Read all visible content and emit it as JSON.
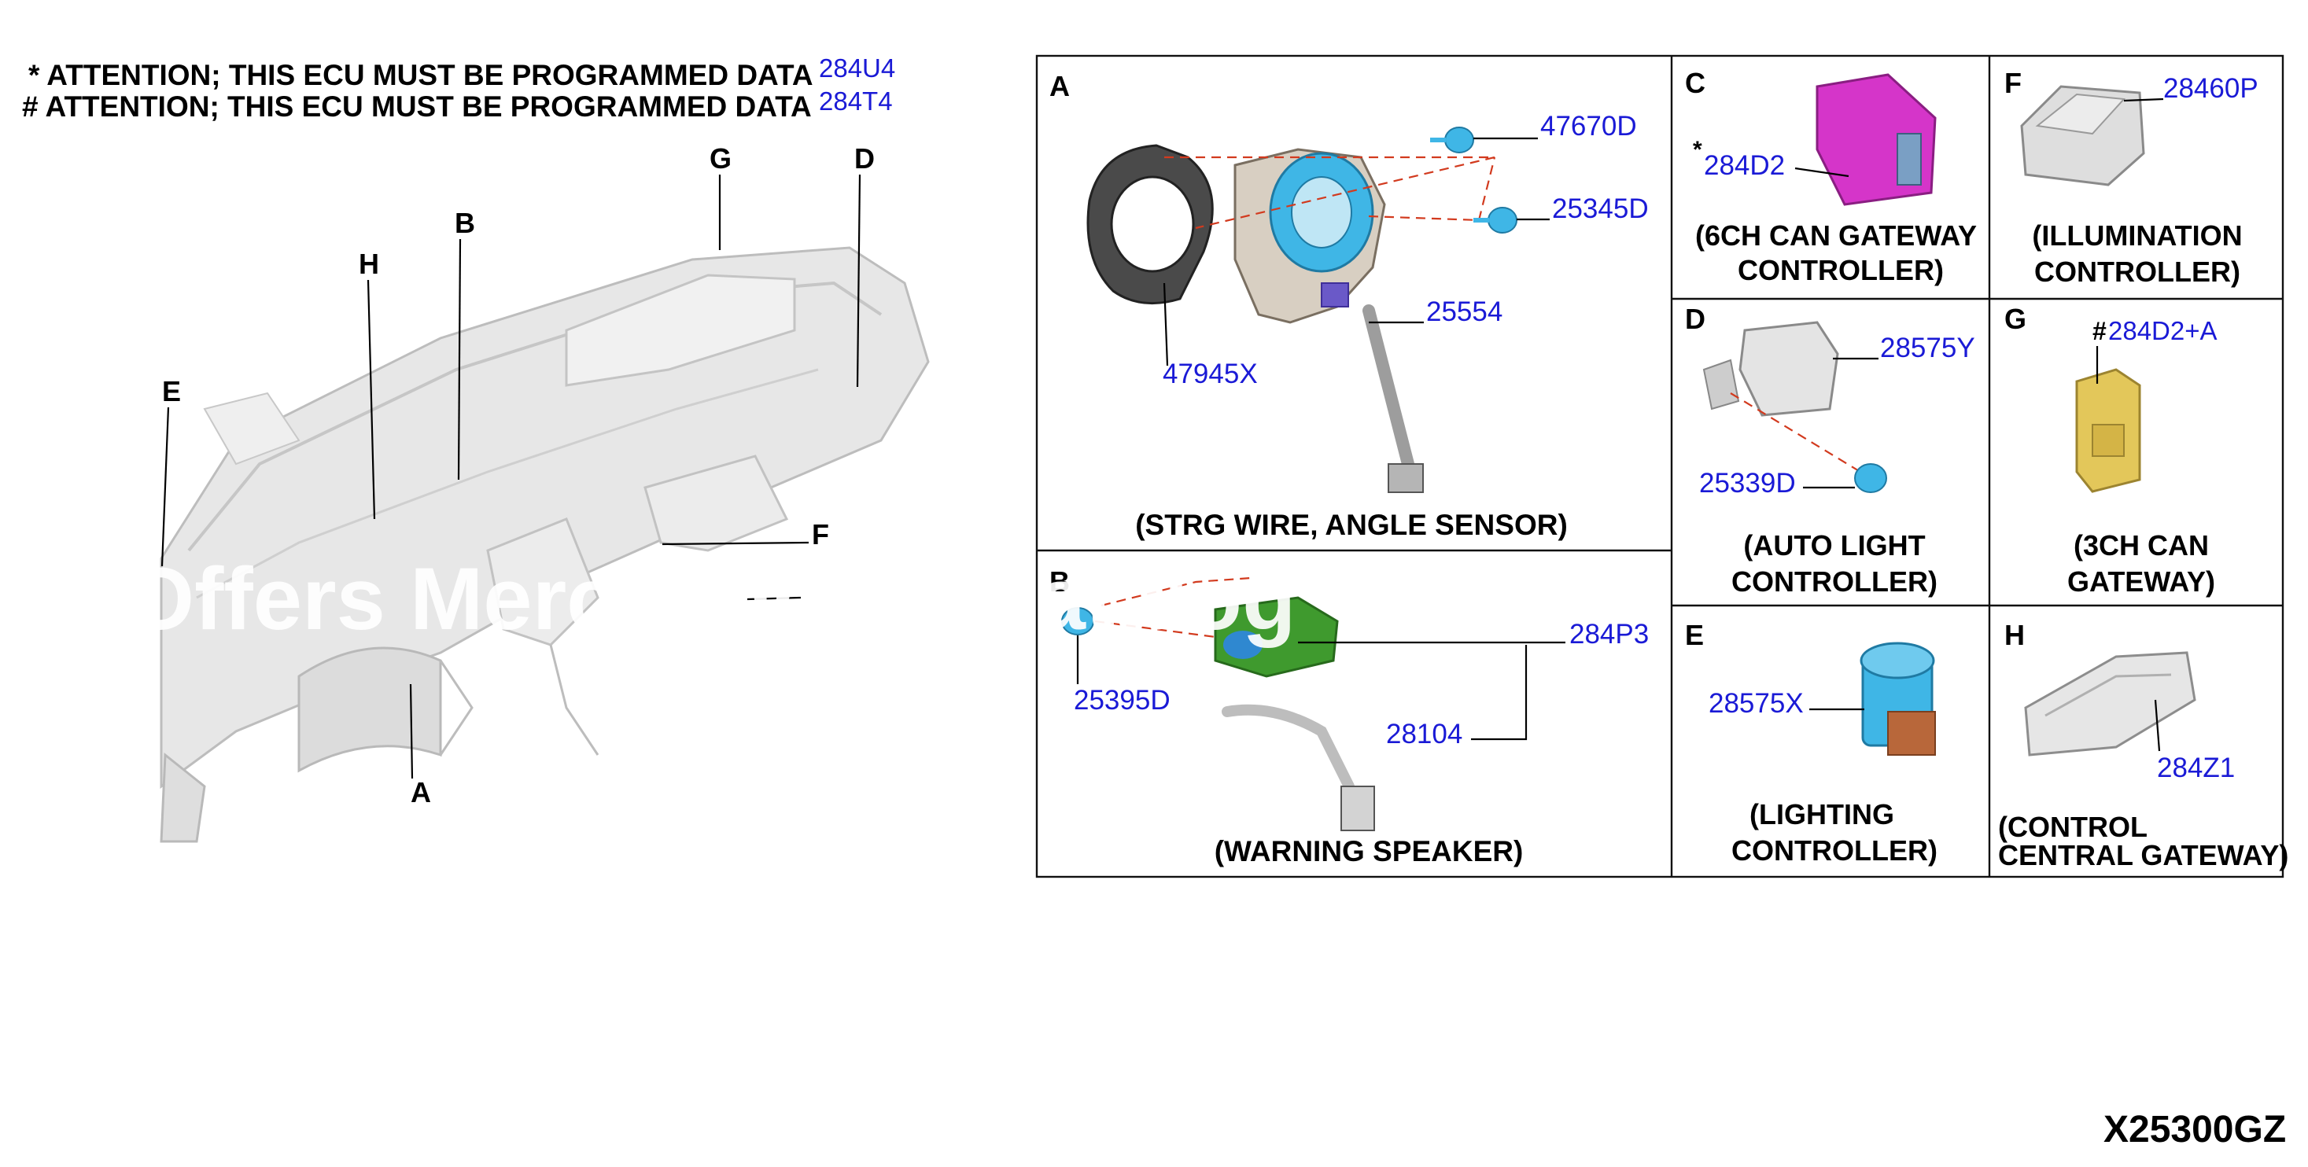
{
  "attention": [
    {
      "mark": "* ATTENTION; THIS ECU MUST BE PROGRAMMED DATA",
      "part": "284U4"
    },
    {
      "mark": "# ATTENTION; THIS ECU MUST BE PROGRAMMED DATA",
      "part": "284T4"
    }
  ],
  "overview_callouts": {
    "G": "G",
    "D": "D",
    "B": "B",
    "H": "H",
    "E": "E",
    "F": "F",
    "A": "A"
  },
  "panels": {
    "A": {
      "letter": "A",
      "caption": "(STRG WIRE, ANGLE SENSOR)",
      "parts": {
        "p1": "47670D",
        "p2": "25345D",
        "p3": "25554",
        "p4": "47945X"
      }
    },
    "B": {
      "letter": "B",
      "caption": "(WARNING SPEAKER)",
      "parts": {
        "p1": "284P3",
        "p2": "25395D",
        "p3": "28104"
      }
    },
    "C": {
      "letter": "C",
      "caption_1": "(6CH CAN GATEWAY",
      "caption_2": "CONTROLLER)",
      "mark": "*",
      "parts": {
        "p1": "284D2"
      }
    },
    "F": {
      "letter": "F",
      "caption_1": "(ILLUMINATION",
      "caption_2": "CONTROLLER)",
      "parts": {
        "p1": "28460P"
      }
    },
    "D": {
      "letter": "D",
      "caption_1": "(AUTO LIGHT",
      "caption_2": "CONTROLLER)",
      "parts": {
        "p1": "28575Y",
        "p2": "25339D"
      }
    },
    "G": {
      "letter": "G",
      "caption_1": "(3CH CAN",
      "caption_2": "GATEWAY)",
      "mark": "#",
      "parts": {
        "p1": "284D2+A"
      }
    },
    "E": {
      "letter": "E",
      "caption_1": "(LIGHTING",
      "caption_2": "CONTROLLER)",
      "parts": {
        "p1": "28575X"
      }
    },
    "H": {
      "letter": "H",
      "caption_1": "(CONTROL",
      "caption_2": "CENTRAL GATEWAY)",
      "parts": {
        "p1": "284Z1"
      }
    }
  },
  "watermark": "Offers Merchandise Catalog",
  "diagram_code": "X25300GZ",
  "colors": {
    "part_number": "#1a1ad6",
    "leader_dashed": "#d23a1e",
    "gateway_magenta": "#d535c9",
    "sensor_cyan": "#3fb6e6",
    "speaker_green": "#3f9a2e",
    "gateway_yellow": "#e3c75a"
  }
}
